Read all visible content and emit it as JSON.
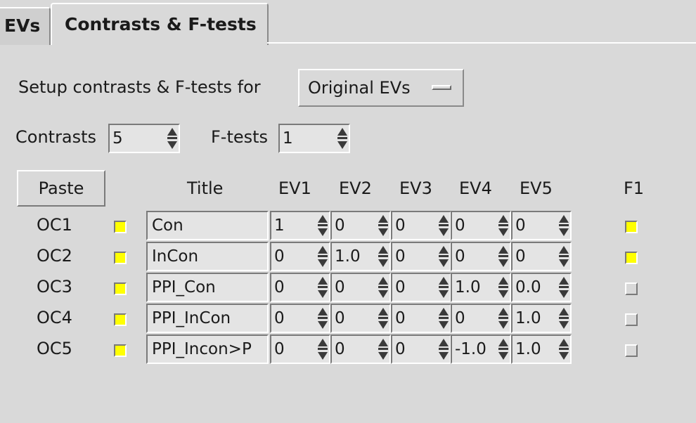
{
  "tabs": [
    {
      "label": "EVs"
    },
    {
      "label": "Contrasts & F-tests"
    }
  ],
  "setup": {
    "label": "Setup contrasts & F-tests for",
    "selected": "Original EVs"
  },
  "counts": {
    "contrasts_label": "Contrasts",
    "contrasts_value": "5",
    "ftests_label": "F-tests",
    "ftests_value": "1"
  },
  "table": {
    "paste_label": "Paste",
    "title_header": "Title",
    "ev_headers": [
      "EV1",
      "EV2",
      "EV3",
      "EV4",
      "EV5"
    ],
    "f_headers": [
      "F1"
    ],
    "rows": [
      {
        "name": "OC1",
        "enabled": true,
        "title": "Con",
        "evs": [
          "1",
          "0",
          "0",
          "0",
          "0"
        ],
        "f": [
          true
        ]
      },
      {
        "name": "OC2",
        "enabled": true,
        "title": "InCon",
        "evs": [
          "0",
          "1.0",
          "0",
          "0",
          "0"
        ],
        "f": [
          true
        ]
      },
      {
        "name": "OC3",
        "enabled": true,
        "title": "PPI_Con",
        "evs": [
          "0",
          "0",
          "0",
          "1.0",
          "0.0"
        ],
        "f": [
          false
        ]
      },
      {
        "name": "OC4",
        "enabled": true,
        "title": "PPI_InCon",
        "evs": [
          "0",
          "0",
          "0",
          "0",
          "1.0"
        ],
        "f": [
          false
        ]
      },
      {
        "name": "OC5",
        "enabled": true,
        "title": "PPI_Incon>P",
        "evs": [
          "0",
          "0",
          "0",
          "-1.0",
          "1.0"
        ],
        "f": [
          false
        ]
      }
    ]
  },
  "colors": {
    "background": "#d9d9d9",
    "check_on": "#ffff00"
  },
  "icons": {
    "spinner": "spin-arrows-icon",
    "option_menu": "option-menu-indicator-icon"
  }
}
